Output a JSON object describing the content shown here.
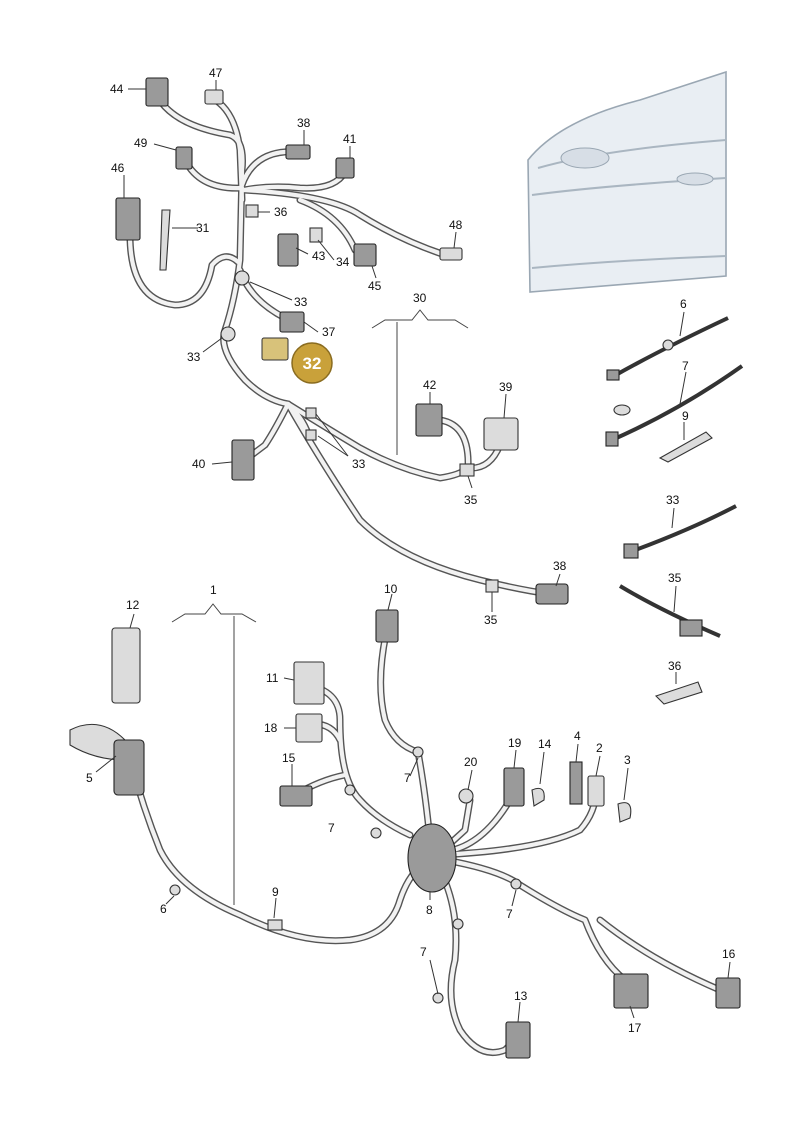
{
  "highlight": {
    "label": "32",
    "color": "#c9a13a"
  },
  "labels": {
    "l44": "44",
    "l47": "47",
    "l38a": "38",
    "l41": "41",
    "l49": "49",
    "l46": "46",
    "l36a": "36",
    "l31": "31",
    "l48": "48",
    "l43": "43",
    "l34": "34",
    "l45": "45",
    "l33a": "33",
    "l37": "37",
    "l33b": "33",
    "l30": "30",
    "l42": "42",
    "l39": "39",
    "l40": "40",
    "l33c": "33",
    "l35a": "35",
    "l38b": "38",
    "l35b": "35",
    "r6": "6",
    "r7": "7",
    "r9": "9",
    "r33": "33",
    "r35": "35",
    "r36": "36",
    "l1": "1",
    "l12": "12",
    "l10": "10",
    "l11": "11",
    "l18": "18",
    "l15": "15",
    "l5": "5",
    "l7a": "7",
    "l7b": "7",
    "l20": "20",
    "l19": "19",
    "l14": "14",
    "l4": "4",
    "l2": "2",
    "l3": "3",
    "l6": "6",
    "l9": "9",
    "l8": "8",
    "l7c": "7",
    "l7d": "7",
    "l16": "16",
    "l17": "17",
    "l13": "13"
  },
  "colors": {
    "wire_outline": "#555555",
    "wire_fill": "#f2f2f2",
    "door": "#e9eef3"
  }
}
